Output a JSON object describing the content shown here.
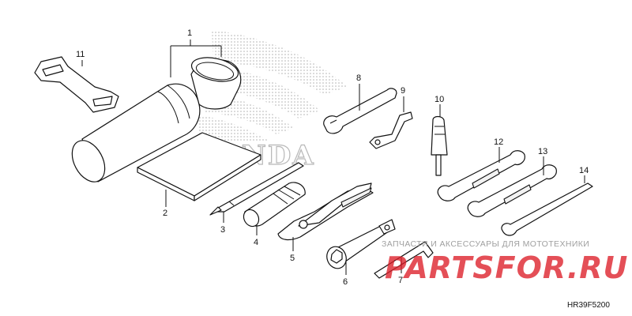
{
  "callouts": [
    {
      "id": "1",
      "name": "tool-bag"
    },
    {
      "id": "2",
      "name": "owners-manual"
    },
    {
      "id": "3",
      "name": "screwdriver"
    },
    {
      "id": "4",
      "name": "screwdriver-grip"
    },
    {
      "id": "5",
      "name": "pliers"
    },
    {
      "id": "6",
      "name": "socket-wrench"
    },
    {
      "id": "7",
      "name": "hex-wrench"
    },
    {
      "id": "8",
      "name": "spanner"
    },
    {
      "id": "9",
      "name": "spanner-small"
    },
    {
      "id": "10",
      "name": "screwdriver-small"
    },
    {
      "id": "11",
      "name": "band"
    },
    {
      "id": "12",
      "name": "open-end-wrench-a"
    },
    {
      "id": "13",
      "name": "open-end-wrench-b"
    },
    {
      "id": "14",
      "name": "pin-spanner"
    }
  ],
  "brand_watermark": "HONDA",
  "diagram_code": "HR39F5200",
  "watermark": {
    "caption": "ЗАПЧАСТИ И АКСЕССУАРЫ ДЛЯ МОТОТЕХНИКИ",
    "logo": "PARTSFOR.RU",
    "color": "#e0202a"
  }
}
